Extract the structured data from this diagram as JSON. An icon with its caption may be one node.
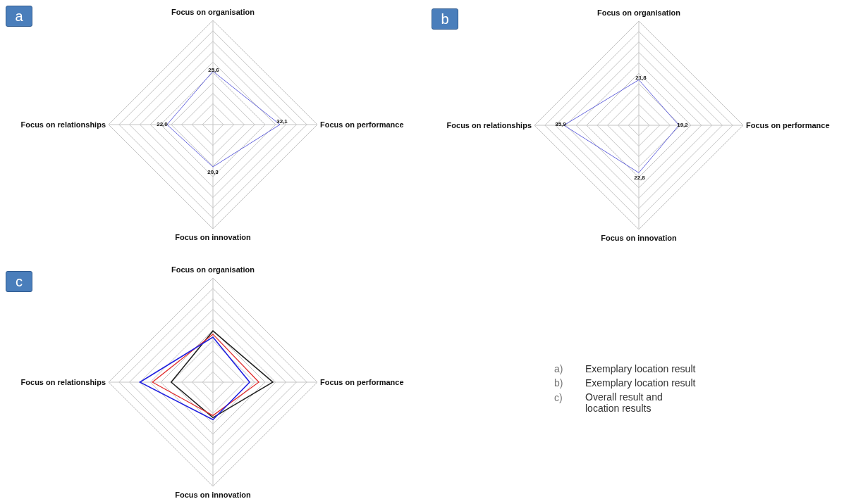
{
  "diagram": {
    "nodes": [
      {
        "text": [
          "a"
        ]
      },
      {
        "text": [
          "b"
        ]
      },
      {
        "text": [
          "c"
        ]
      }
    ],
    "labels": [
      "Focus on organisation",
      "Focus on relationships",
      "Focus on performance",
      "25,6",
      "22,0",
      "32,1",
      "20,3",
      "Focus on innovation",
      "Focus on organisation",
      "Focus on relationships",
      "Focus on performance",
      "21,8",
      "35,9",
      "19,2",
      "22,8",
      "Focus on innovation",
      "Focus on organisation",
      "Focus on relationships",
      "Focus on performance",
      "a)",
      "Exemplary location result",
      "b)",
      "Exemplary location result",
      "c)",
      "Overall result and location results",
      "Focus on innovation"
    ]
  }
}
